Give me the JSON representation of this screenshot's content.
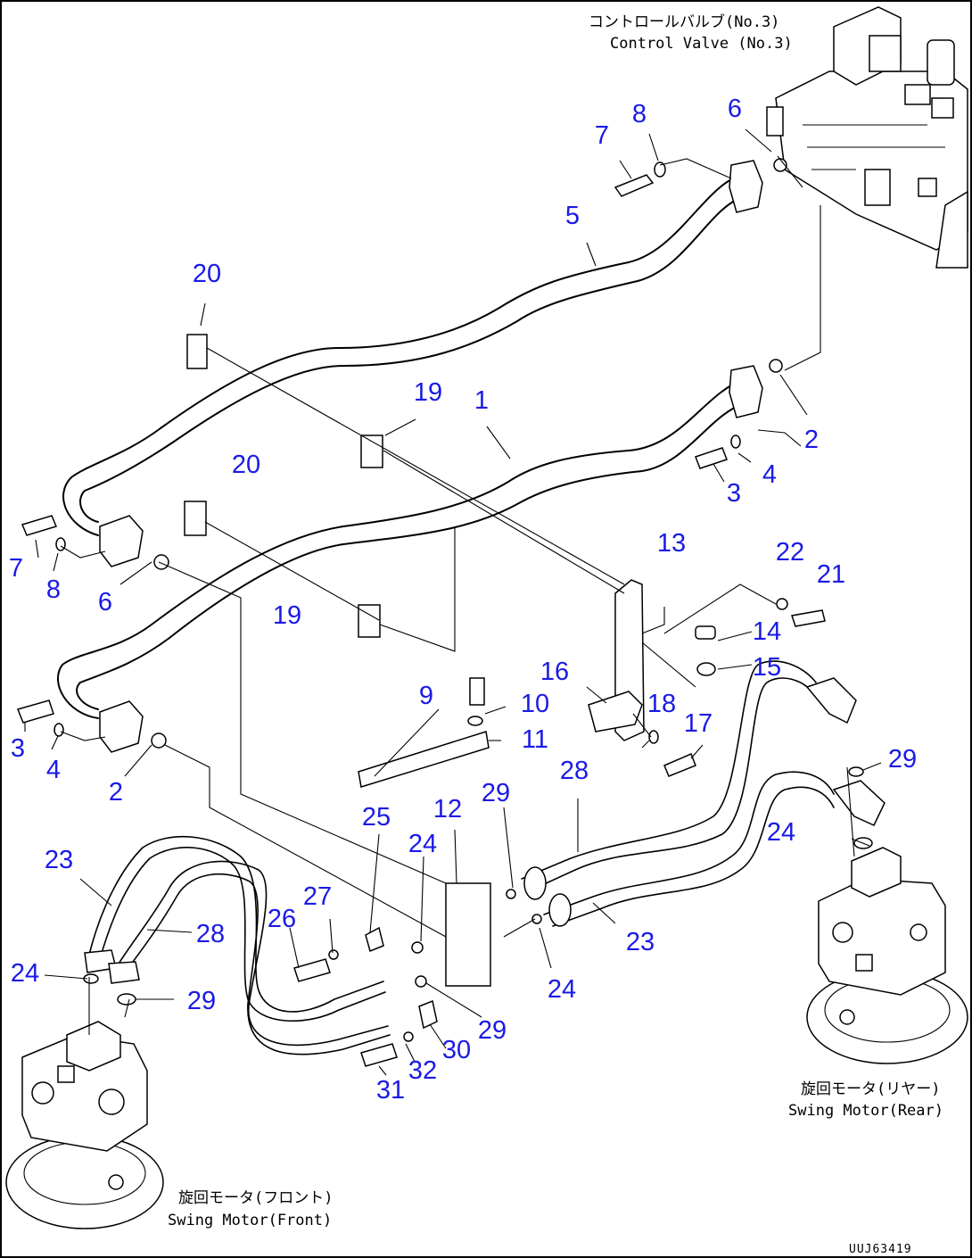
{
  "callouts": [
    "1",
    "2",
    "3",
    "4",
    "5",
    "6",
    "7",
    "8",
    "9",
    "10",
    "11",
    "12",
    "13",
    "14",
    "15",
    "16",
    "17",
    "18",
    "19",
    "20",
    "21",
    "22",
    "23",
    "24",
    "25",
    "26",
    "27",
    "28",
    "29",
    "30",
    "31",
    "32"
  ],
  "captions": {
    "control_valve_jp": "コントロールバルブ(No.3)",
    "control_valve_en": "Control Valve (No.3)",
    "swing_motor_rear_jp": "旋回モータ(リヤー)",
    "swing_motor_rear_en": "Swing Motor(Rear)",
    "swing_motor_front_jp": "旋回モータ(フロント)",
    "swing_motor_front_en": "Swing Motor(Front)"
  },
  "drawing_code": "UUJ63419"
}
